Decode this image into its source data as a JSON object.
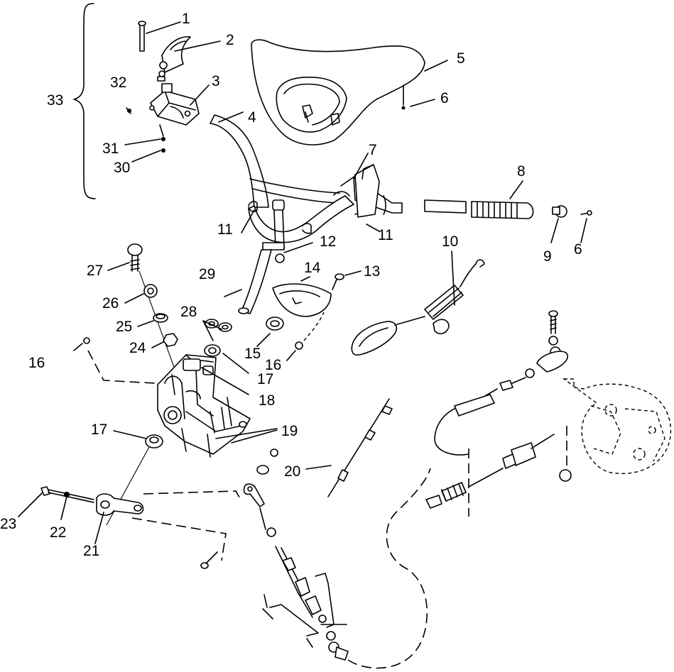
{
  "callouts": {
    "c1": "1",
    "c2": "2",
    "c3": "3",
    "c4": "4",
    "c5": "5",
    "c6a": "6",
    "c6b": "6",
    "c7": "7",
    "c8": "8",
    "c9": "9",
    "c10": "10",
    "c11a": "11",
    "c11b": "11",
    "c12": "12",
    "c13": "13",
    "c14": "14",
    "c15": "15",
    "c16a": "16",
    "c16b": "16",
    "c17a": "17",
    "c17b": "17",
    "c18": "18",
    "c19": "19",
    "c20": "20",
    "c21": "21",
    "c22": "22",
    "c23": "23",
    "c24": "24",
    "c25": "25",
    "c26": "26",
    "c27": "27",
    "c28": "28",
    "c29": "29",
    "c30": "30",
    "c31": "31",
    "c32": "32",
    "c33": "33"
  }
}
